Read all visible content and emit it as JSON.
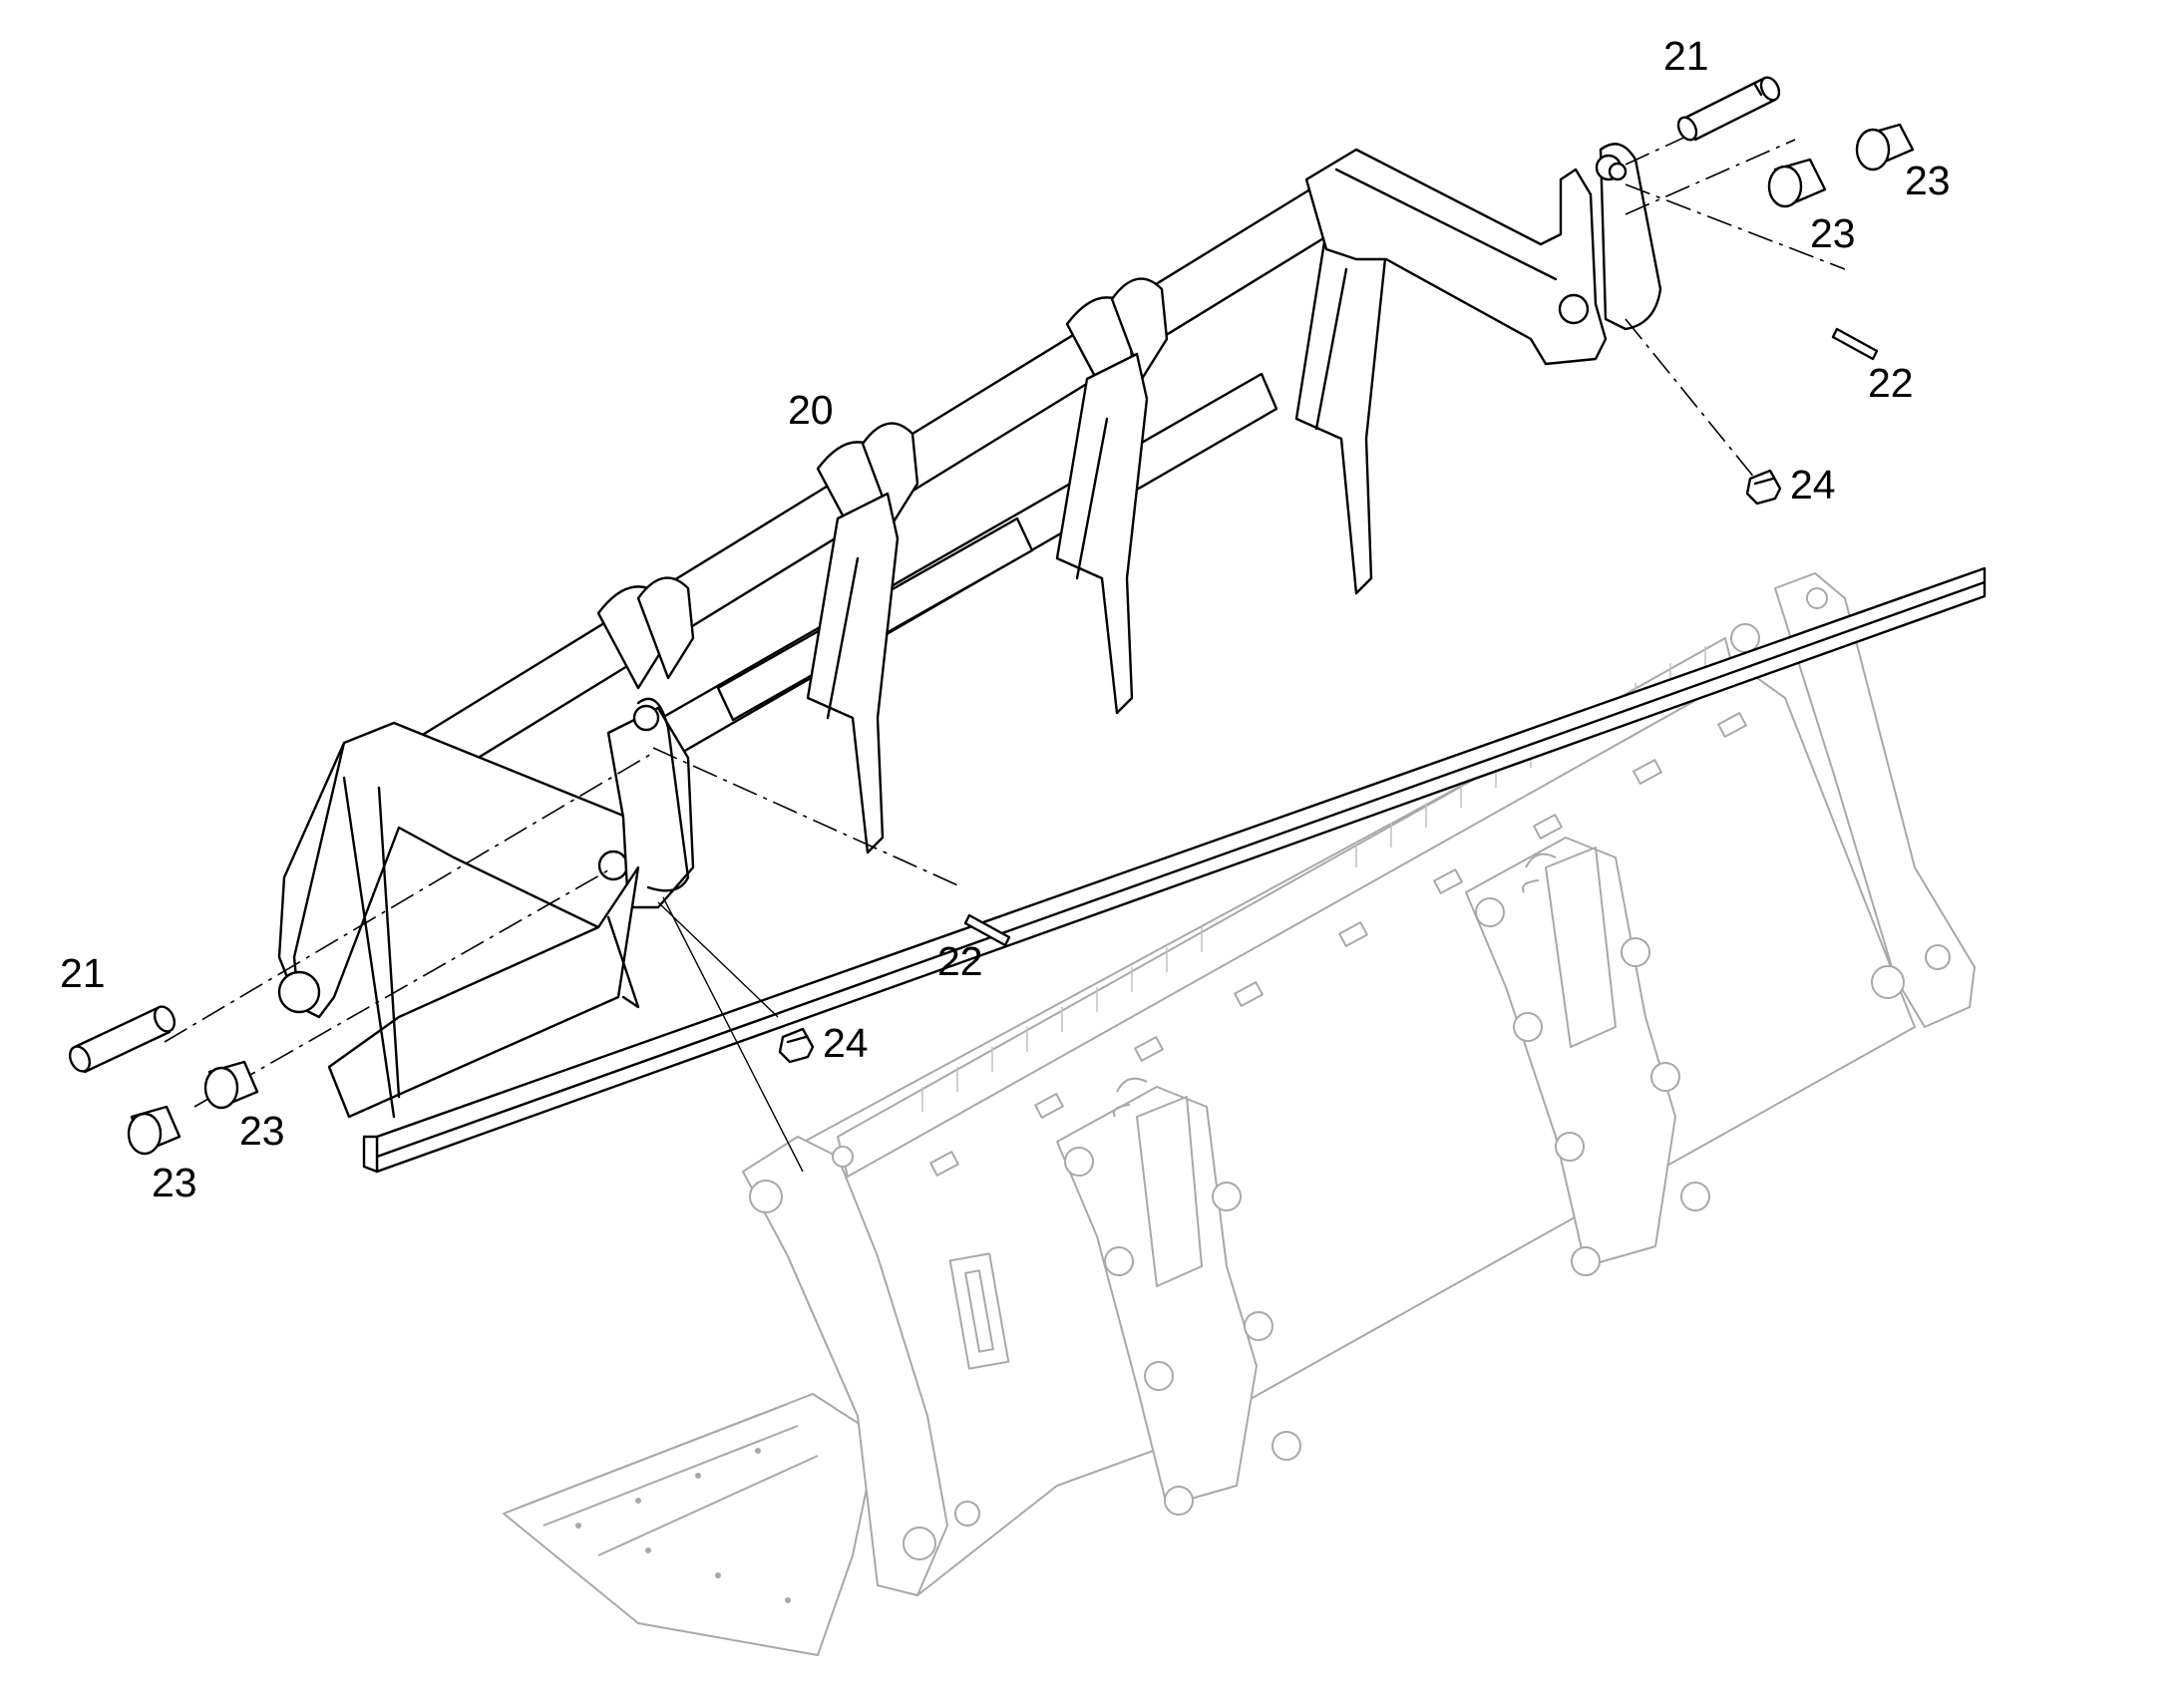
{
  "diagram": {
    "type": "exploded-parts-view",
    "line_color": "#000000",
    "ghost_color": "#a8a8a8",
    "background": "#ffffff",
    "callouts": [
      {
        "id": "c-20",
        "label": "20",
        "part": "quick-coupler-frame"
      },
      {
        "id": "c-21-right",
        "label": "21",
        "part": "pin"
      },
      {
        "id": "c-21-left",
        "label": "21",
        "part": "pin"
      },
      {
        "id": "c-22-right",
        "label": "22",
        "part": "spring-pin"
      },
      {
        "id": "c-22-left",
        "label": "22",
        "part": "spring-pin"
      },
      {
        "id": "c-23-right-a",
        "label": "23",
        "part": "bushing"
      },
      {
        "id": "c-23-right-b",
        "label": "23",
        "part": "bushing"
      },
      {
        "id": "c-23-left-a",
        "label": "23",
        "part": "bushing"
      },
      {
        "id": "c-23-left-b",
        "label": "23",
        "part": "bushing"
      },
      {
        "id": "c-24-right",
        "label": "24",
        "part": "grease-nipple"
      },
      {
        "id": "c-24-left",
        "label": "24",
        "part": "grease-nipple"
      }
    ]
  }
}
